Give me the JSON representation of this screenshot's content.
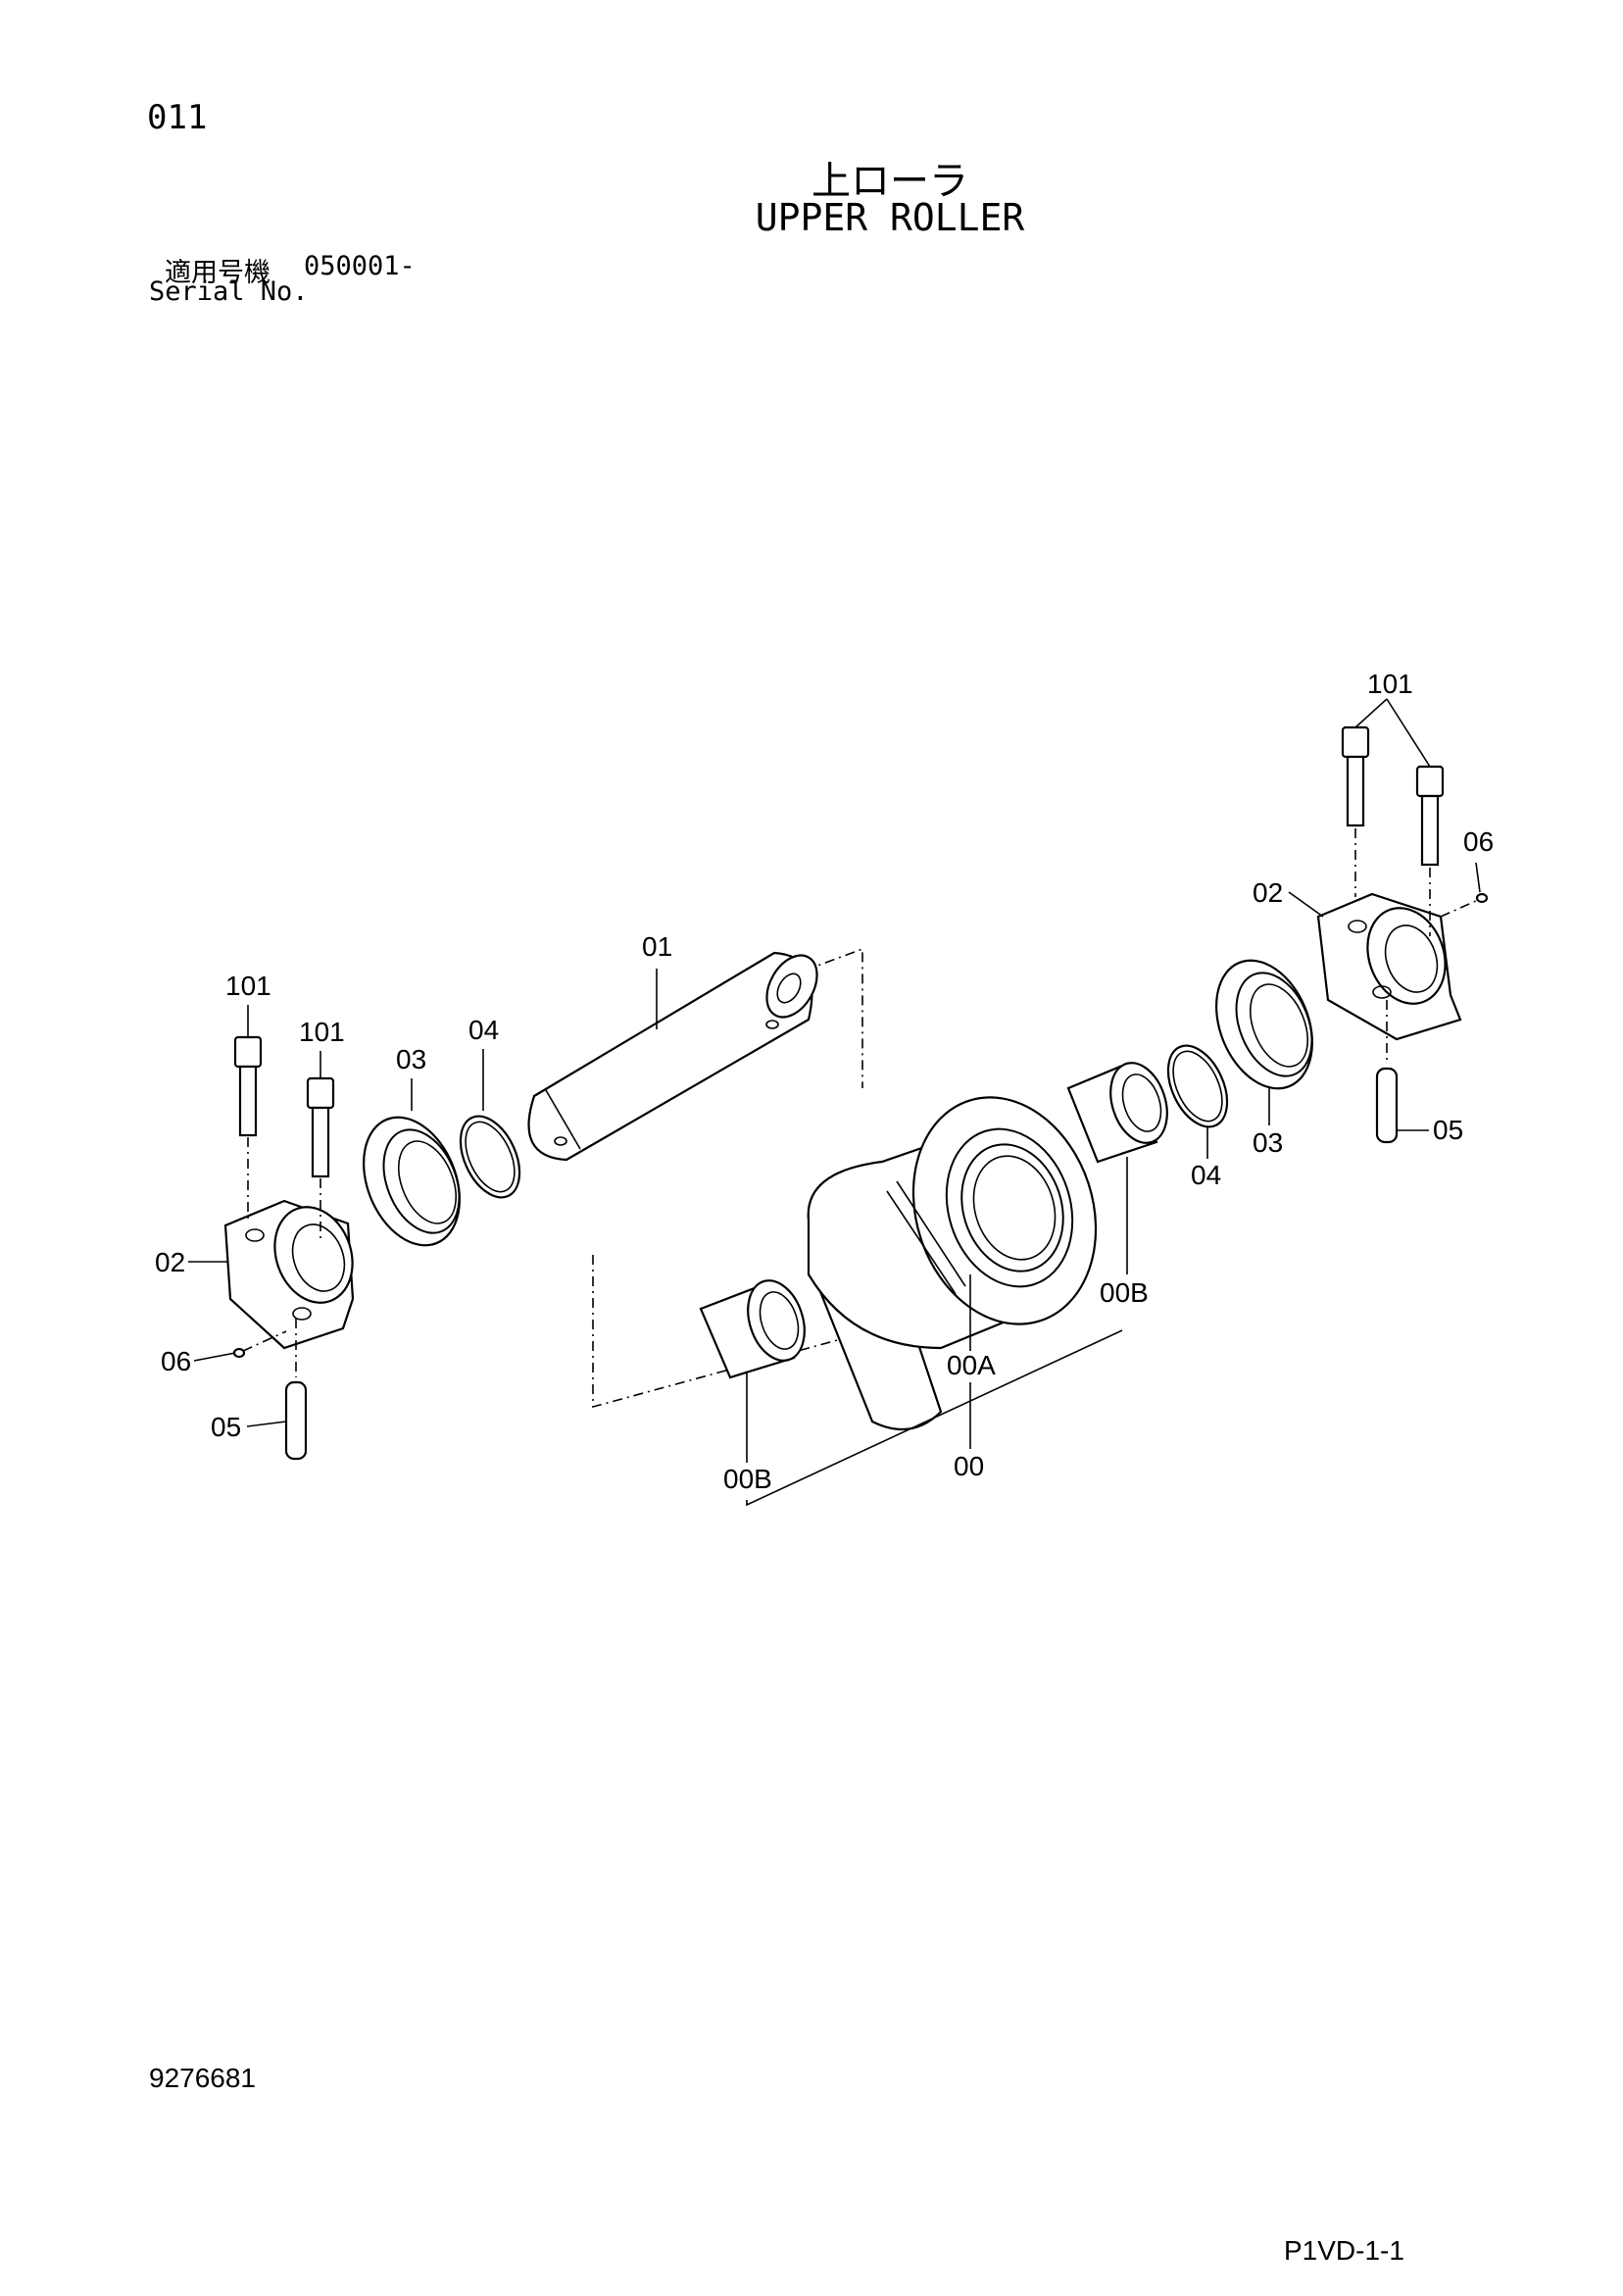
{
  "header": {
    "page_number": "011",
    "title_ja": "上ローラ",
    "title_en": "UPPER ROLLER",
    "serial_label_ja": "適用号機",
    "serial_range": "050001-",
    "serial_label_en": "Serial No."
  },
  "diagram": {
    "callouts": {
      "c101_top_right": "101",
      "c06_right": "06",
      "c02_right": "02",
      "c05_right": "05",
      "c03_right": "03",
      "c04_right": "04",
      "c00B_right": "00B",
      "c00A": "00A",
      "c00": "00",
      "c00B_left": "00B",
      "c01": "01",
      "c101_left_a": "101",
      "c101_left_b": "101",
      "c03_left": "03",
      "c04_left": "04",
      "c02_left": "02",
      "c06_left": "06",
      "c05_left": "05"
    }
  },
  "footer": {
    "doc_number": "9276681",
    "page_code": "P1VD-1-1"
  }
}
